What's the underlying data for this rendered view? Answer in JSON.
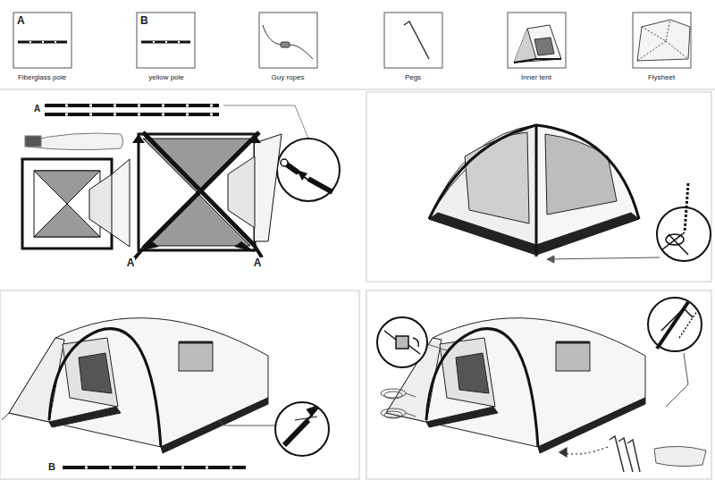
{
  "diagram": {
    "labels": [
      "A",
      "B",
      "Fiberglass pole",
      "yellow pole",
      "Guy ropes",
      "Pegs",
      "Inner tent",
      "Flysheet",
      "A",
      "A",
      "A",
      "B"
    ]
  }
}
